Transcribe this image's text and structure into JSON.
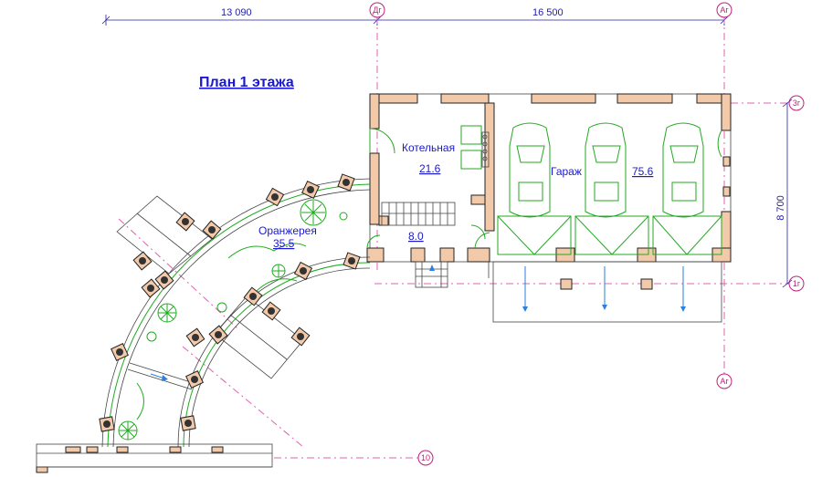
{
  "title": "План 1 этажа",
  "dimensions": {
    "left": "13 090",
    "right": "16 500",
    "vertical": "8 700"
  },
  "axes": {
    "dg": "Дг",
    "ag_top": "Аг",
    "ag_bottom": "Аг",
    "3g": "3г",
    "1g": "1г",
    "10": "10"
  },
  "rooms": {
    "boiler": {
      "name": "Котельная",
      "area": "21.6"
    },
    "hall": {
      "area": "8.0"
    },
    "garage": {
      "name": "Гараж",
      "area": "75.6"
    },
    "greenhouse": {
      "name": "Оранжерея",
      "area": "35.5"
    }
  }
}
